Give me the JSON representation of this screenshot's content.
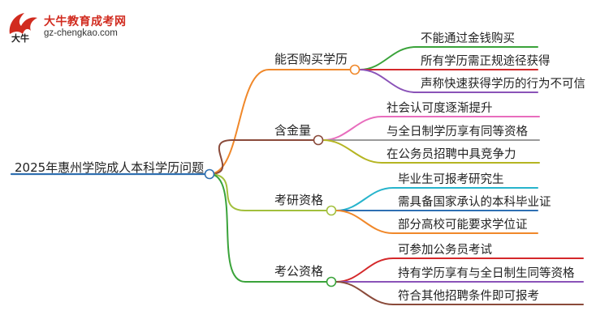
{
  "logo": {
    "title": "大牛教育成考网",
    "url": "gz-chengkao.com",
    "mark": "大牛"
  },
  "mindmap": {
    "root": "2025年惠州学院成人本科学历问题",
    "colors": {
      "root_line": "#2f6fb0",
      "node_stroke": "#444444"
    },
    "branches": [
      {
        "label": "能否购买学历",
        "color": "#f0882a",
        "children": [
          {
            "label": "不能通过金钱购买",
            "color": "#3aa33a"
          },
          {
            "label": "所有学历需正规途径获得",
            "color": "#d4282a"
          },
          {
            "label": "声称快速获得学历的行为不可信",
            "color": "#8a52b8"
          }
        ]
      },
      {
        "label": "含金量",
        "color": "#8a4a3a",
        "children": [
          {
            "label": "社会认可度逐渐提升",
            "color": "#e86dbd"
          },
          {
            "label": "与全日制学历享有同等资格",
            "color": "#9a9a9a"
          },
          {
            "label": "在公务员招聘中具竞争力",
            "color": "#b5b522"
          }
        ]
      },
      {
        "label": "考研资格",
        "color": "#a2bf3c",
        "children": [
          {
            "label": "毕业生可报考研究生",
            "color": "#27b4cc"
          },
          {
            "label": "需具备国家承认的本科毕业证",
            "color": "#2e6fb3"
          },
          {
            "label": "部分高校可能要求学位证",
            "color": "#f0882a"
          }
        ]
      },
      {
        "label": "考公资格",
        "color": "#3aa33a",
        "children": [
          {
            "label": "可参加公务员考试",
            "color": "#d4282a"
          },
          {
            "label": "持有学历享有与全日制生同等资格",
            "color": "#8a52b8"
          },
          {
            "label": "符合其他招聘条件即可报考",
            "color": "#8a4a3a"
          }
        ]
      }
    ]
  }
}
